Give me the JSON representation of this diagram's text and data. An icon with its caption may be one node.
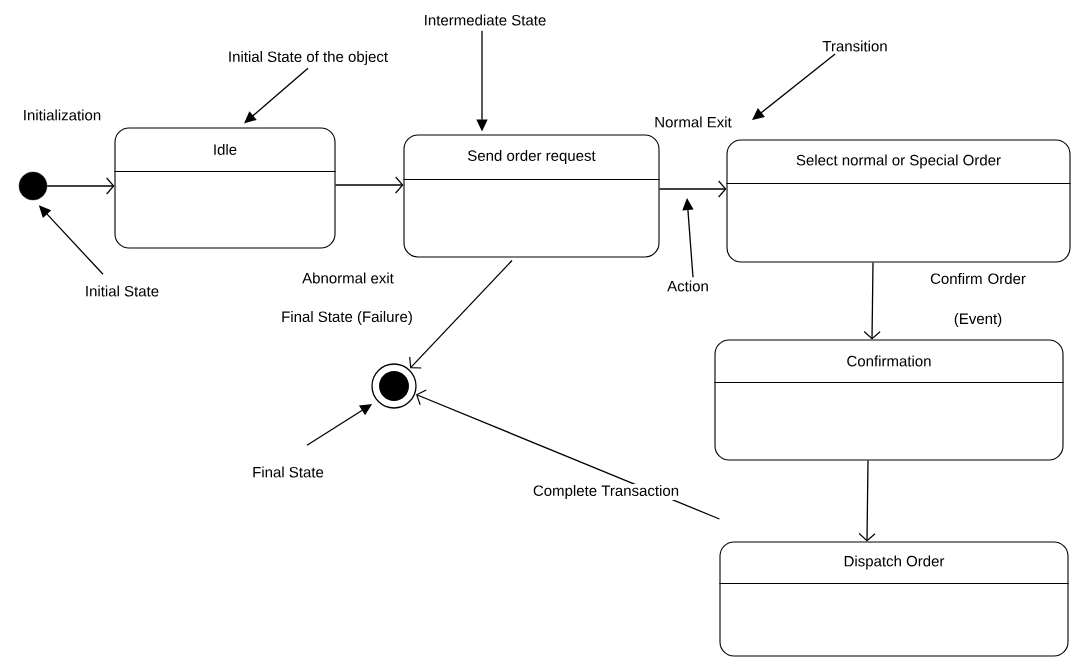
{
  "diagram": {
    "nodes": [
      {
        "text": [],
        "shape": "dot"
      },
      {
        "text": [
          "Idle"
        ]
      },
      {
        "text": [
          "Send order request"
        ]
      },
      {
        "text": [
          "Select normal or Special Order"
        ]
      },
      {
        "text": [
          "Confirmation"
        ]
      },
      {
        "text": [
          "Dispatch Order"
        ]
      },
      {
        "text": [],
        "shape": "bullseye"
      },
      {
        "text": [
          "Initial State of the object"
        ]
      },
      {
        "text": [
          "Intermediate State"
        ]
      },
      {
        "text": [
          "Transition"
        ]
      },
      {
        "text": [
          "Action"
        ]
      },
      {
        "text": [
          "Initial State"
        ]
      },
      {
        "text": [
          "Final State"
        ]
      }
    ],
    "edges": [
      {
        "from": 0,
        "to": 1,
        "arrow": "to"
      },
      {
        "from": 1,
        "to": 2,
        "arrow": "to"
      },
      {
        "from": 2,
        "to": 3,
        "arrow": "to",
        "label": "Normal Exit"
      },
      {
        "from": 2,
        "to": 6,
        "arrow": "to",
        "label": "Abnormal exit"
      },
      {
        "from": 3,
        "to": 4,
        "arrow": "to",
        "label": "Confirm Order (Event)"
      },
      {
        "from": 4,
        "to": 5,
        "arrow": "to"
      },
      {
        "from": 5,
        "to": 6,
        "arrow": "to",
        "label": "Complete Transaction"
      },
      {
        "from": 7,
        "to": 1,
        "arrow": "to"
      },
      {
        "from": 8,
        "to": 2,
        "arrow": "to"
      },
      {
        "from": 9,
        "to": null,
        "arrow": "to"
      },
      {
        "from": 10,
        "to": null,
        "arrow": "to"
      },
      {
        "from": 11,
        "to": 0,
        "arrow": "to"
      },
      {
        "from": 12,
        "to": 6,
        "arrow": "to"
      }
    ],
    "labels": [
      "Initialization",
      "Final State (Failure)"
    ]
  }
}
